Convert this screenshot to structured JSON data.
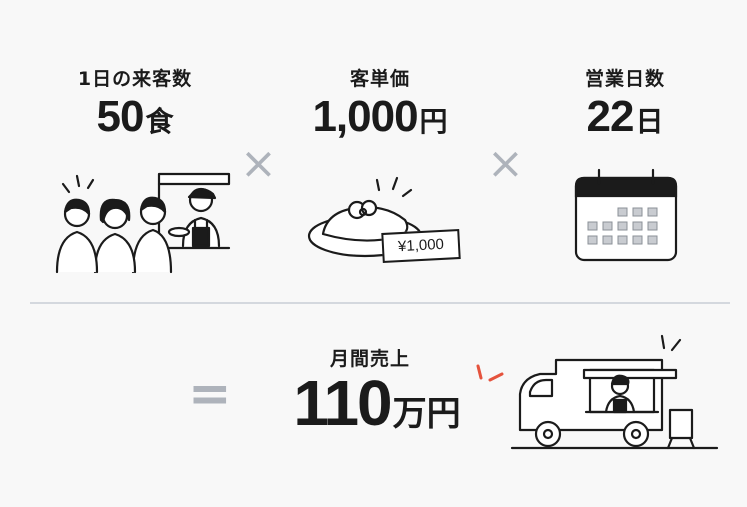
{
  "factors": [
    {
      "label": "1日の来客数",
      "value": "50",
      "unit": "食",
      "icon": "customers-queue-illustration"
    },
    {
      "label": "客単価",
      "value": "1,000",
      "unit": "円",
      "icon": "rice-dish-illustration",
      "price_tag": "¥1,000"
    },
    {
      "label": "営業日数",
      "value": "22",
      "unit": "日",
      "icon": "calendar-icon"
    }
  ],
  "operators": {
    "multiply": "×",
    "equals": "="
  },
  "result": {
    "label": "月間売上",
    "value": "110",
    "unit": "万円",
    "icon": "food-truck-illustration"
  },
  "colors": {
    "text": "#1b1b1b",
    "operator": "#aeb3bb",
    "accent": "#e5533d",
    "divider": "#d4d8de"
  }
}
